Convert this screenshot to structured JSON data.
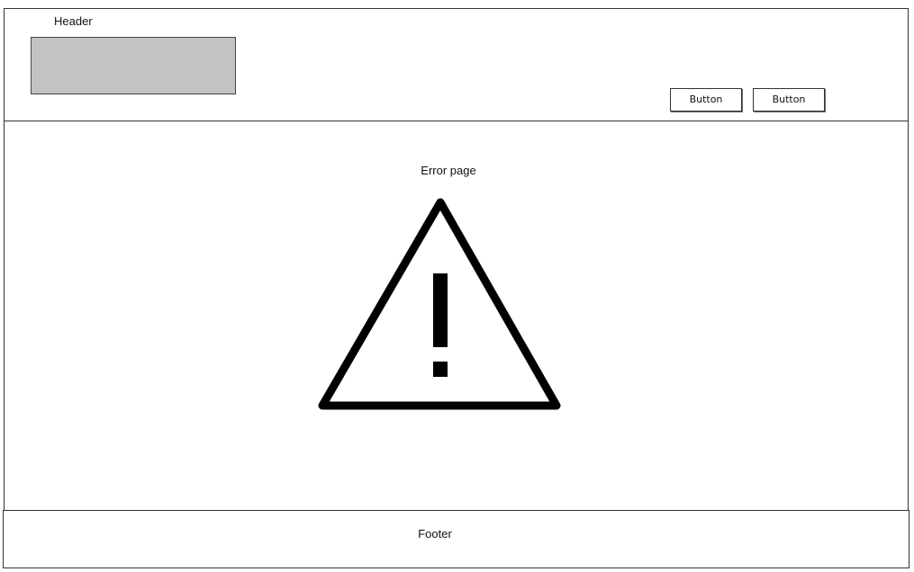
{
  "header": {
    "label": "Header",
    "logo_placeholder": "image-placeholder",
    "buttons": [
      {
        "label": "Button"
      },
      {
        "label": "Button"
      }
    ]
  },
  "main": {
    "title": "Error page",
    "icon": "warning-triangle-icon"
  },
  "footer": {
    "label": "Footer"
  },
  "colors": {
    "placeholder_fill": "#c3c3c3",
    "icon_stroke": "#000000",
    "border": "#333333"
  }
}
